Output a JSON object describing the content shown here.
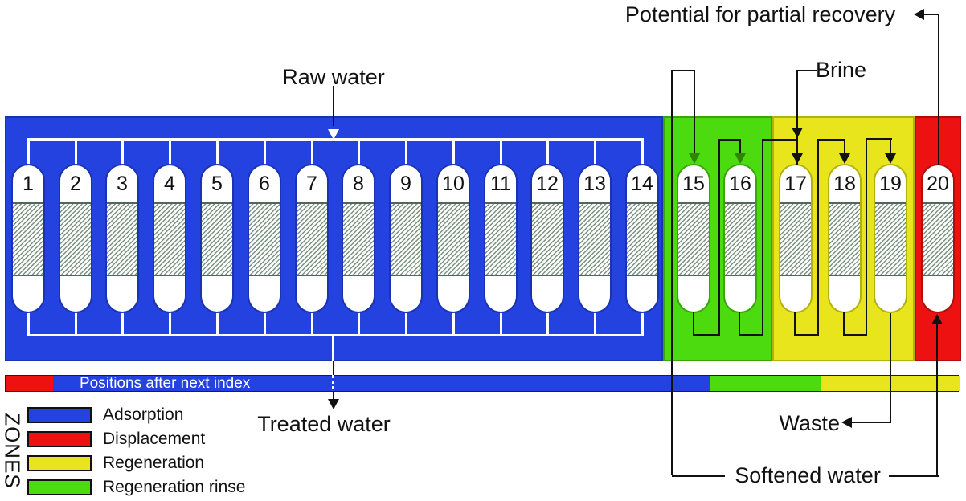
{
  "figure": {
    "labels": {
      "raw_water": "Raw water",
      "treated_water": "Treated water",
      "potential_recovery": "Potential for partial recovery",
      "brine": "Brine",
      "waste": "Waste",
      "softened_water": "Softened water"
    },
    "bar": {
      "label": "Positions after next index",
      "segments": [
        "displacement",
        "adsorption",
        "regeneration_rinse",
        "regeneration"
      ]
    },
    "legend": {
      "title": "ZONES",
      "items": [
        {
          "label": "Adsorption",
          "zone": "adsorption"
        },
        {
          "label": "Displacement",
          "zone": "displacement"
        },
        {
          "label": "Regeneration",
          "zone": "regeneration"
        },
        {
          "label": "Regeneration rinse",
          "zone": "regeneration_rinse"
        }
      ]
    },
    "zone_colors": {
      "adsorption": "#2442e0",
      "displacement": "#ee1111",
      "regeneration": "#e8e51c",
      "regeneration_rinse": "#4cdb0e"
    },
    "zone_border_colors": {
      "adsorption": "#1a33b0",
      "displacement": "#b30c0c",
      "regeneration": "#b2b20e",
      "regeneration_rinse": "#3aa50a"
    },
    "pipe_colors": {
      "pipe": "#111111",
      "rinse_arrow": "#2f8506",
      "white": "#ffffff"
    },
    "columns": [
      {
        "number": "1",
        "zone": "adsorption"
      },
      {
        "number": "2",
        "zone": "adsorption"
      },
      {
        "number": "3",
        "zone": "adsorption"
      },
      {
        "number": "4",
        "zone": "adsorption"
      },
      {
        "number": "5",
        "zone": "adsorption"
      },
      {
        "number": "6",
        "zone": "adsorption"
      },
      {
        "number": "7",
        "zone": "adsorption"
      },
      {
        "number": "8",
        "zone": "adsorption"
      },
      {
        "number": "9",
        "zone": "adsorption"
      },
      {
        "number": "10",
        "zone": "adsorption"
      },
      {
        "number": "11",
        "zone": "adsorption"
      },
      {
        "number": "12",
        "zone": "adsorption"
      },
      {
        "number": "13",
        "zone": "adsorption"
      },
      {
        "number": "14",
        "zone": "adsorption"
      },
      {
        "number": "15",
        "zone": "regeneration_rinse"
      },
      {
        "number": "16",
        "zone": "regeneration_rinse"
      },
      {
        "number": "17",
        "zone": "regeneration"
      },
      {
        "number": "18",
        "zone": "regeneration"
      },
      {
        "number": "19",
        "zone": "regeneration"
      },
      {
        "number": "20",
        "zone": "displacement"
      }
    ]
  }
}
